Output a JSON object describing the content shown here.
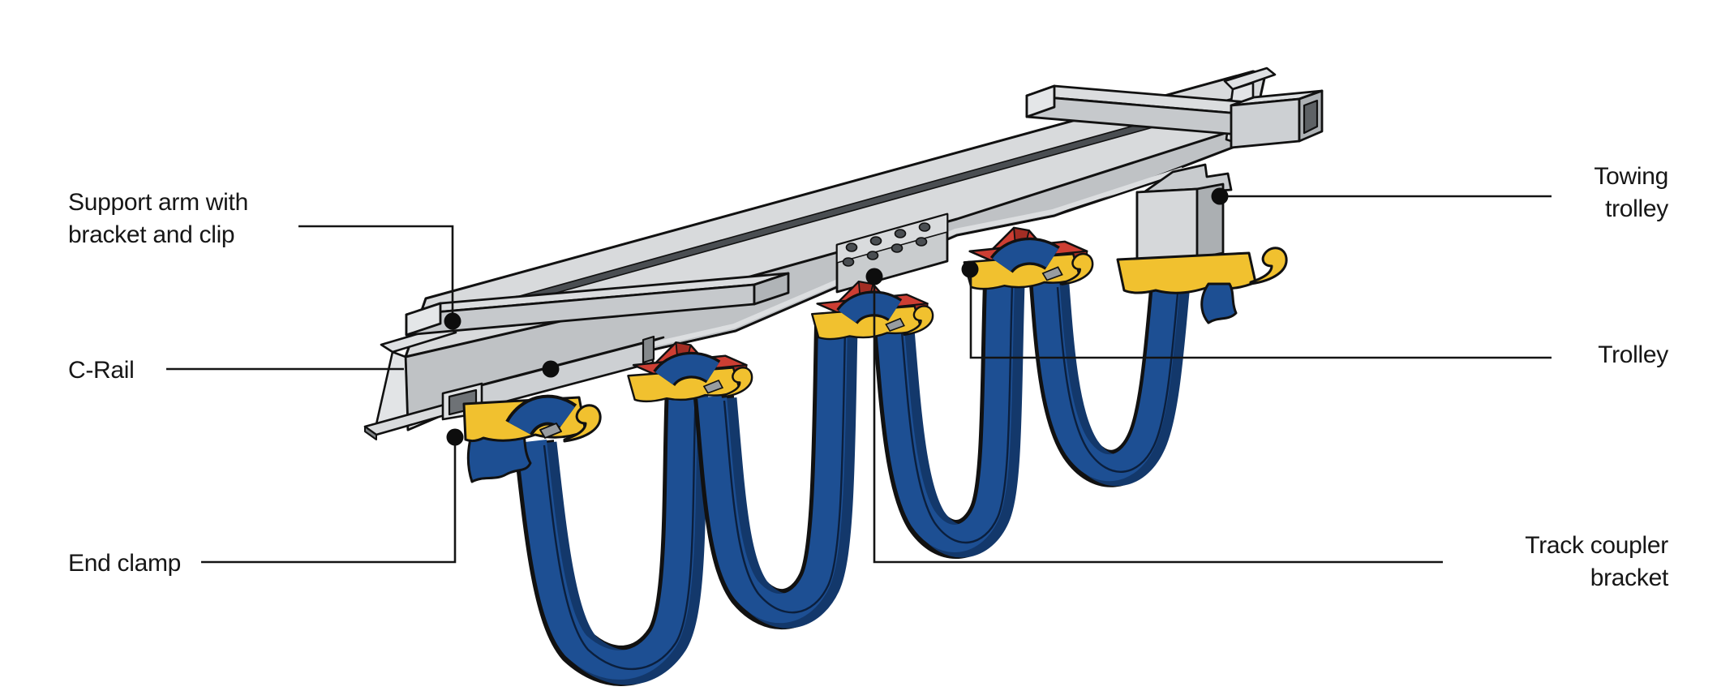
{
  "diagram": {
    "type": "technical-illustration",
    "subject": "C-rail festoon cable system with trolleys",
    "background_color": "#ffffff",
    "labels": {
      "support_arm": {
        "line1": "Support arm with",
        "line2": "bracket and clip"
      },
      "c_rail": {
        "text": "C-Rail"
      },
      "end_clamp": {
        "text": "End clamp"
      },
      "towing_trolley": {
        "line1": "Towing",
        "line2": "trolley"
      },
      "trolley": {
        "text": "Trolley"
      },
      "track_coupler_bracket": {
        "line1": "Track coupler",
        "line2": "bracket"
      }
    },
    "colors": {
      "cable_blue": "#1D4F93",
      "cable_blue_dark": "#13386B",
      "clamp_yellow": "#F1C12F",
      "bracket_red": "#CD3E33",
      "bracket_red_dark": "#A22D24",
      "rail_gray_light": "#D8DADC",
      "rail_gray_mid": "#BFC2C5",
      "rail_gray_dark": "#ABAFB2",
      "slot_gray": "#4A4E52",
      "outline_black": "#111111"
    }
  }
}
